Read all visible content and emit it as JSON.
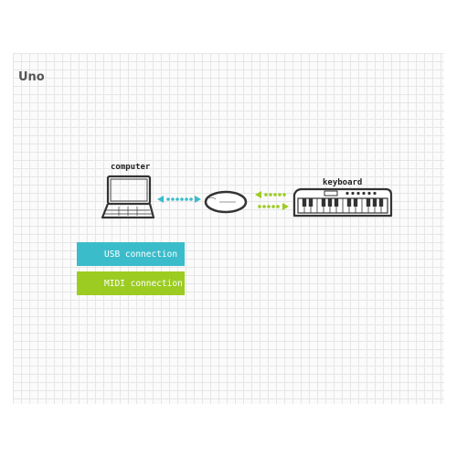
{
  "title": "Uno",
  "labels": {
    "computer": "computer",
    "keyboard": "keyboard"
  },
  "legend": {
    "usb": "USB connection",
    "midi": "MIDI connection"
  },
  "colors": {
    "usb": "#3bbcca",
    "midi": "#9ccc21",
    "outline": "#333333"
  },
  "icons": [
    "laptop-icon",
    "usb-interface-icon",
    "keyboard-icon",
    "usb-icon",
    "midi-icon"
  ]
}
